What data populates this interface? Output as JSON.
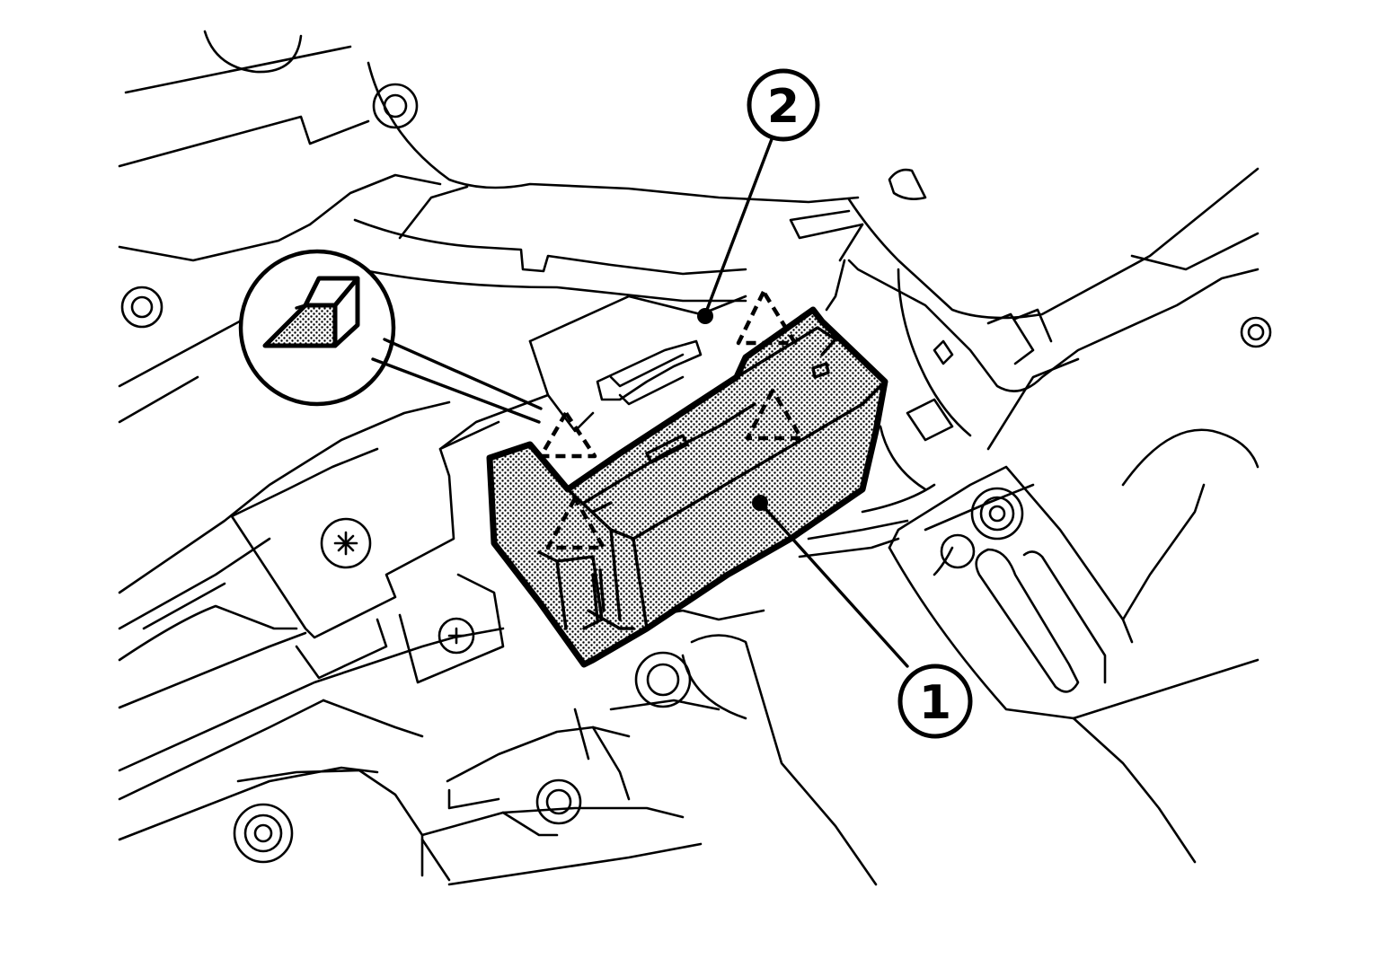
{
  "callouts": [
    {
      "id": "1",
      "label": "1"
    },
    {
      "id": "2",
      "label": "2"
    }
  ],
  "colors": {
    "line": "#000000",
    "background": "#ffffff",
    "highlight_fill": "stipple-gray"
  }
}
